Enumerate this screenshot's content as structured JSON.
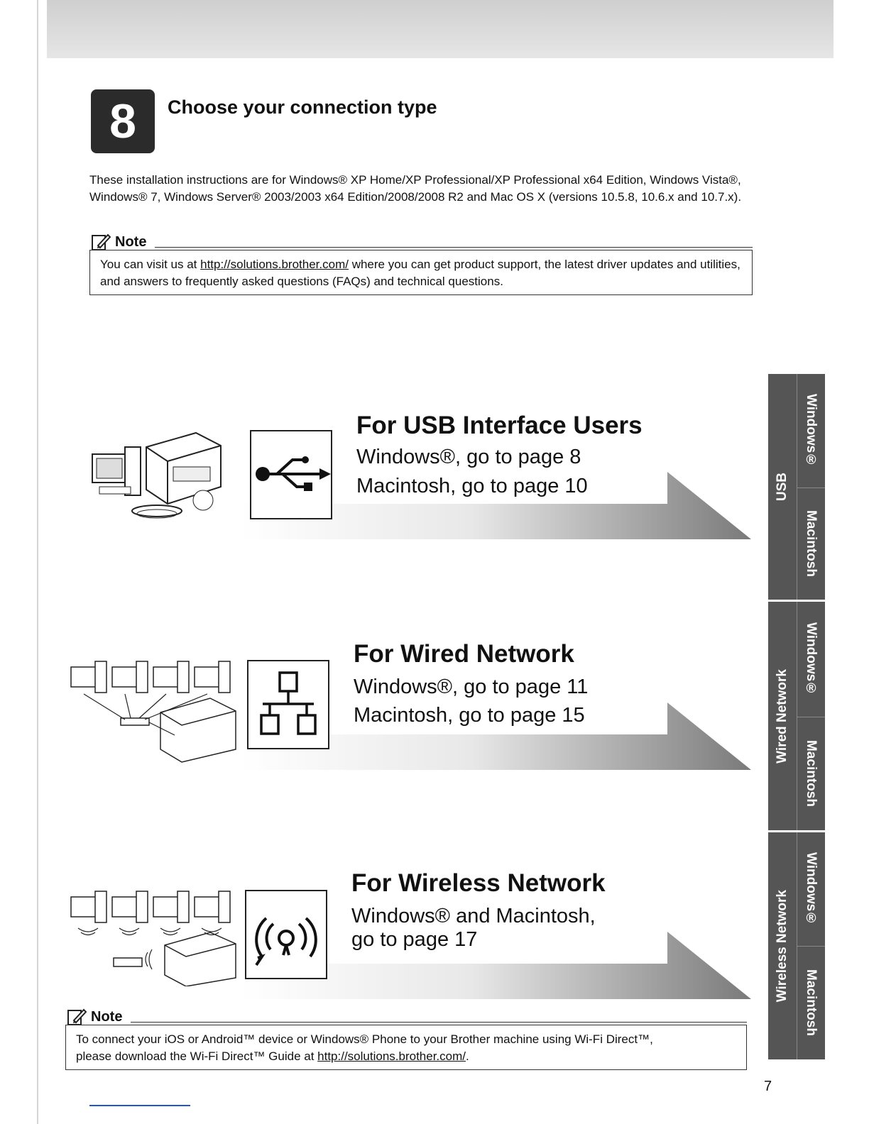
{
  "step": {
    "number": "8",
    "title": "Choose your connection type"
  },
  "intro": "These installation instructions are for Windows® XP Home/XP Professional/XP Professional x64 Edition, Windows Vista®, Windows® 7, Windows Server® 2003/2003 x64 Edition/2008/2008 R2 and Mac OS X (versions 10.5.8, 10.6.x and 10.7.x).",
  "note1": {
    "label": "Note",
    "prefix": "You can visit us at ",
    "link": "http://solutions.brother.com/",
    "suffix": " where you can get product support, the latest driver updates and utilities, and answers to frequently asked questions (FAQs) and technical questions."
  },
  "connections": [
    {
      "title": "For USB Interface Users",
      "line1": "Windows®, go to page 8",
      "line2": "Macintosh, go to page 10",
      "icon": "usb-icon"
    },
    {
      "title": "For Wired Network",
      "line1": "Windows®, go to page 11",
      "line2": "Macintosh, go to page 15",
      "icon": "network-icon"
    },
    {
      "title": "For Wireless Network",
      "line1": "Windows® and Macintosh,",
      "line2": "go to page 17",
      "icon": "wireless-icon"
    }
  ],
  "note2": {
    "label": "Note",
    "line1": "To connect your iOS or Android™ device or Windows® Phone to your Brother machine using Wi-Fi Direct™,",
    "prefix2": "please download the Wi-Fi Direct™ Guide at ",
    "link": "http://solutions.brother.com/",
    "suffix2": "."
  },
  "side_tabs": [
    {
      "group": "USB",
      "windows": "Windows®",
      "mac": "Macintosh"
    },
    {
      "group": "Wired Network",
      "windows": "Windows®",
      "mac": "Macintosh"
    },
    {
      "group": "Wireless Network",
      "windows": "Windows®",
      "mac": "Macintosh"
    }
  ],
  "page_number": "7",
  "colors": {
    "tab_bg": "#555555",
    "step_bg": "#2b2b2b",
    "arrow_dark": "#808080",
    "arrow_light": "#f2f2f2"
  }
}
